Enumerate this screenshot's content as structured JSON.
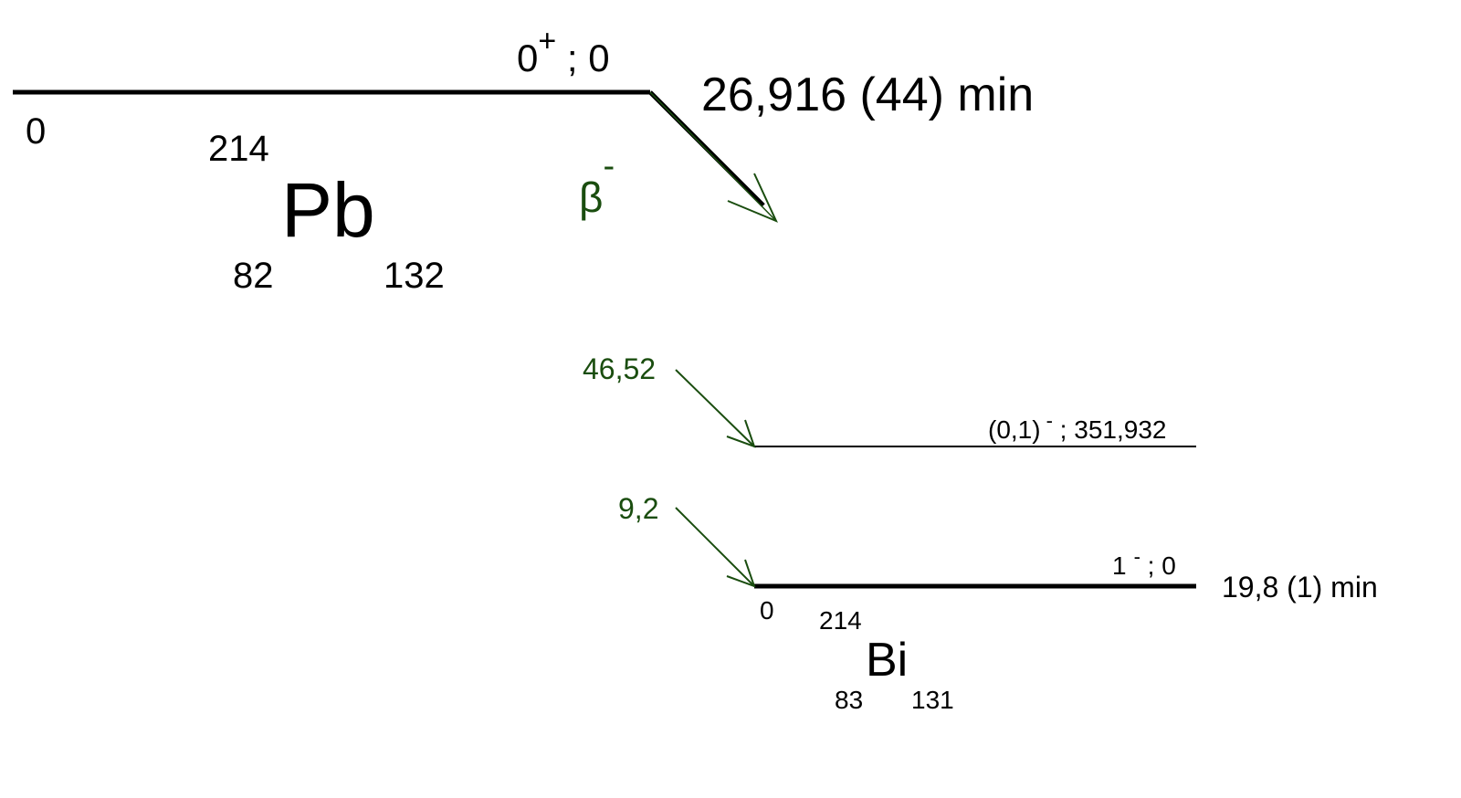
{
  "parent": {
    "mass_number": "214",
    "symbol": "Pb",
    "atomic_number": "82",
    "neutron_number": "132",
    "level_energy": "0",
    "spin": "0",
    "parity": "+",
    "level_label_sep": " ; ",
    "level_label_energy": "0",
    "half_life": "26,916 (44) min"
  },
  "decay": {
    "mode_symbol": "β",
    "mode_charge": "-"
  },
  "daughter": {
    "mass_number": "214",
    "symbol": "Bi",
    "atomic_number": "83",
    "neutron_number": "131",
    "half_life": "19,8 (1) min",
    "levels": [
      {
        "spin": "(0,1)",
        "parity": "-",
        "energy": "351,932",
        "beta_intensity": "46,52"
      },
      {
        "spin": "1",
        "parity": "-",
        "energy": "0",
        "beta_intensity": "9,2",
        "energy_below": "0"
      }
    ]
  },
  "colors": {
    "ink": "#000000",
    "branch": "#1a4d0f"
  }
}
